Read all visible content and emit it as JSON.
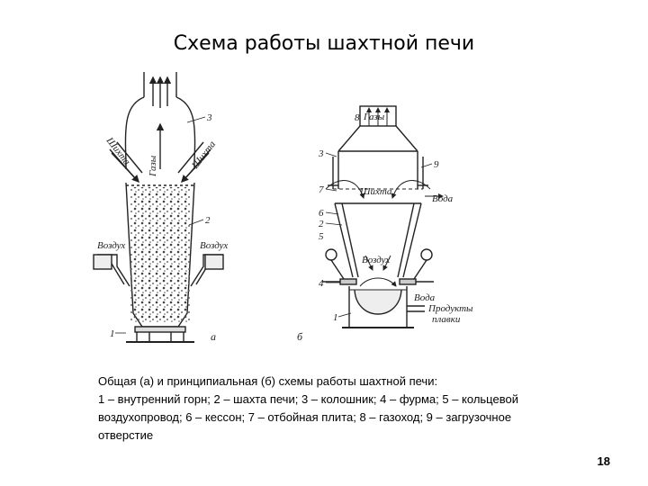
{
  "title": "Схема работы шахтной печи",
  "figure_a": {
    "labels": {
      "gases": "Газы",
      "shaft_left": "Шихта",
      "shaft_right": "Шихта",
      "air_left": "Воздух",
      "air_right": "Воздух",
      "letter": "а"
    },
    "numbers": {
      "n1": "1",
      "n2": "2",
      "n3": "3"
    }
  },
  "figure_b": {
    "labels": {
      "gases": "Газы",
      "shaft": "Шихта",
      "water_top": "Вода",
      "air": "Воздух",
      "water_bottom": "Вода",
      "products_1": "Продукты",
      "products_2": "плавки",
      "letter": "б"
    },
    "numbers": {
      "n1": "1",
      "n2": "2",
      "n3": "3",
      "n4": "4",
      "n5": "5",
      "n6": "6",
      "n7": "7",
      "n8": "8",
      "n9": "9"
    }
  },
  "caption": {
    "line1": "Общая (а) и принципиальная (б) схемы работы шахтной печи:",
    "line2": "1 – внутренний горн; 2 – шахта печи; 3 – колошник; 4 – фурма; 5 – кольцевой воздухопровод; 6 – кессон; 7 – отбойная плита; 8 – газоход; 9 – загрузочное отверстие"
  },
  "page_number": "18"
}
